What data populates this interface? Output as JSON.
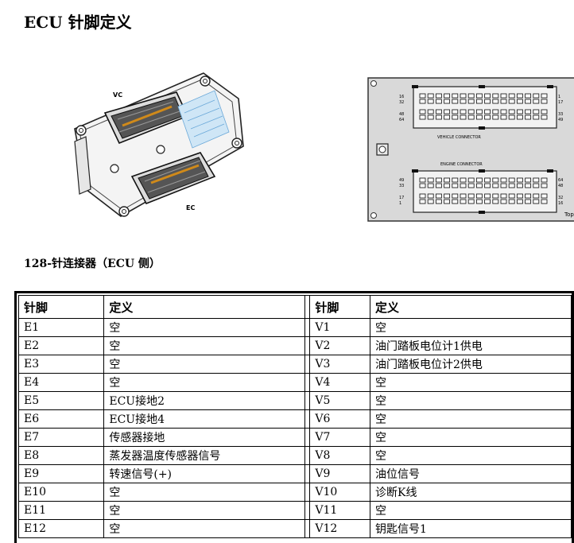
{
  "doc": {
    "title": "ECU 针脚定义",
    "subtitle": "128-针连接器（ECU 侧）"
  },
  "figure_left": {
    "label_vc": "VC",
    "label_ec": "EC"
  },
  "figure_right": {
    "vehicle_connector": "VEHICLE CONNECTOR",
    "engine_connector": "ENGINE CONNECTOR",
    "pin_labels_top": [
      "16",
      "32",
      "48",
      "64",
      "1",
      "17",
      "33",
      "49"
    ],
    "pin_labels_bottom": [
      "49",
      "33",
      "17",
      "1",
      "64",
      "48",
      "32",
      "16"
    ],
    "corner_text": "Top"
  },
  "table": {
    "headers": [
      "针脚",
      "定义",
      "针脚",
      "定义"
    ],
    "rows": [
      [
        "E1",
        "空",
        "V1",
        "空"
      ],
      [
        "E2",
        "空",
        "V2",
        "油门踏板电位计1供电"
      ],
      [
        "E3",
        "空",
        "V3",
        "油门踏板电位计2供电"
      ],
      [
        "E4",
        "空",
        "V4",
        "空"
      ],
      [
        "E5",
        "ECU接地2",
        "V5",
        "空"
      ],
      [
        "E6",
        "ECU接地4",
        "V6",
        "空"
      ],
      [
        "E7",
        "传感器接地",
        "V7",
        "空"
      ],
      [
        "E8",
        "蒸发器温度传感器信号",
        "V8",
        "空"
      ],
      [
        "E9",
        "转速信号(+)",
        "V9",
        "油位信号"
      ],
      [
        "E10",
        "空",
        "V10",
        "诊断K线"
      ],
      [
        "E11",
        "空",
        "V11",
        "空"
      ],
      [
        "E12",
        "空",
        "V12",
        "钥匙信号1"
      ]
    ]
  }
}
